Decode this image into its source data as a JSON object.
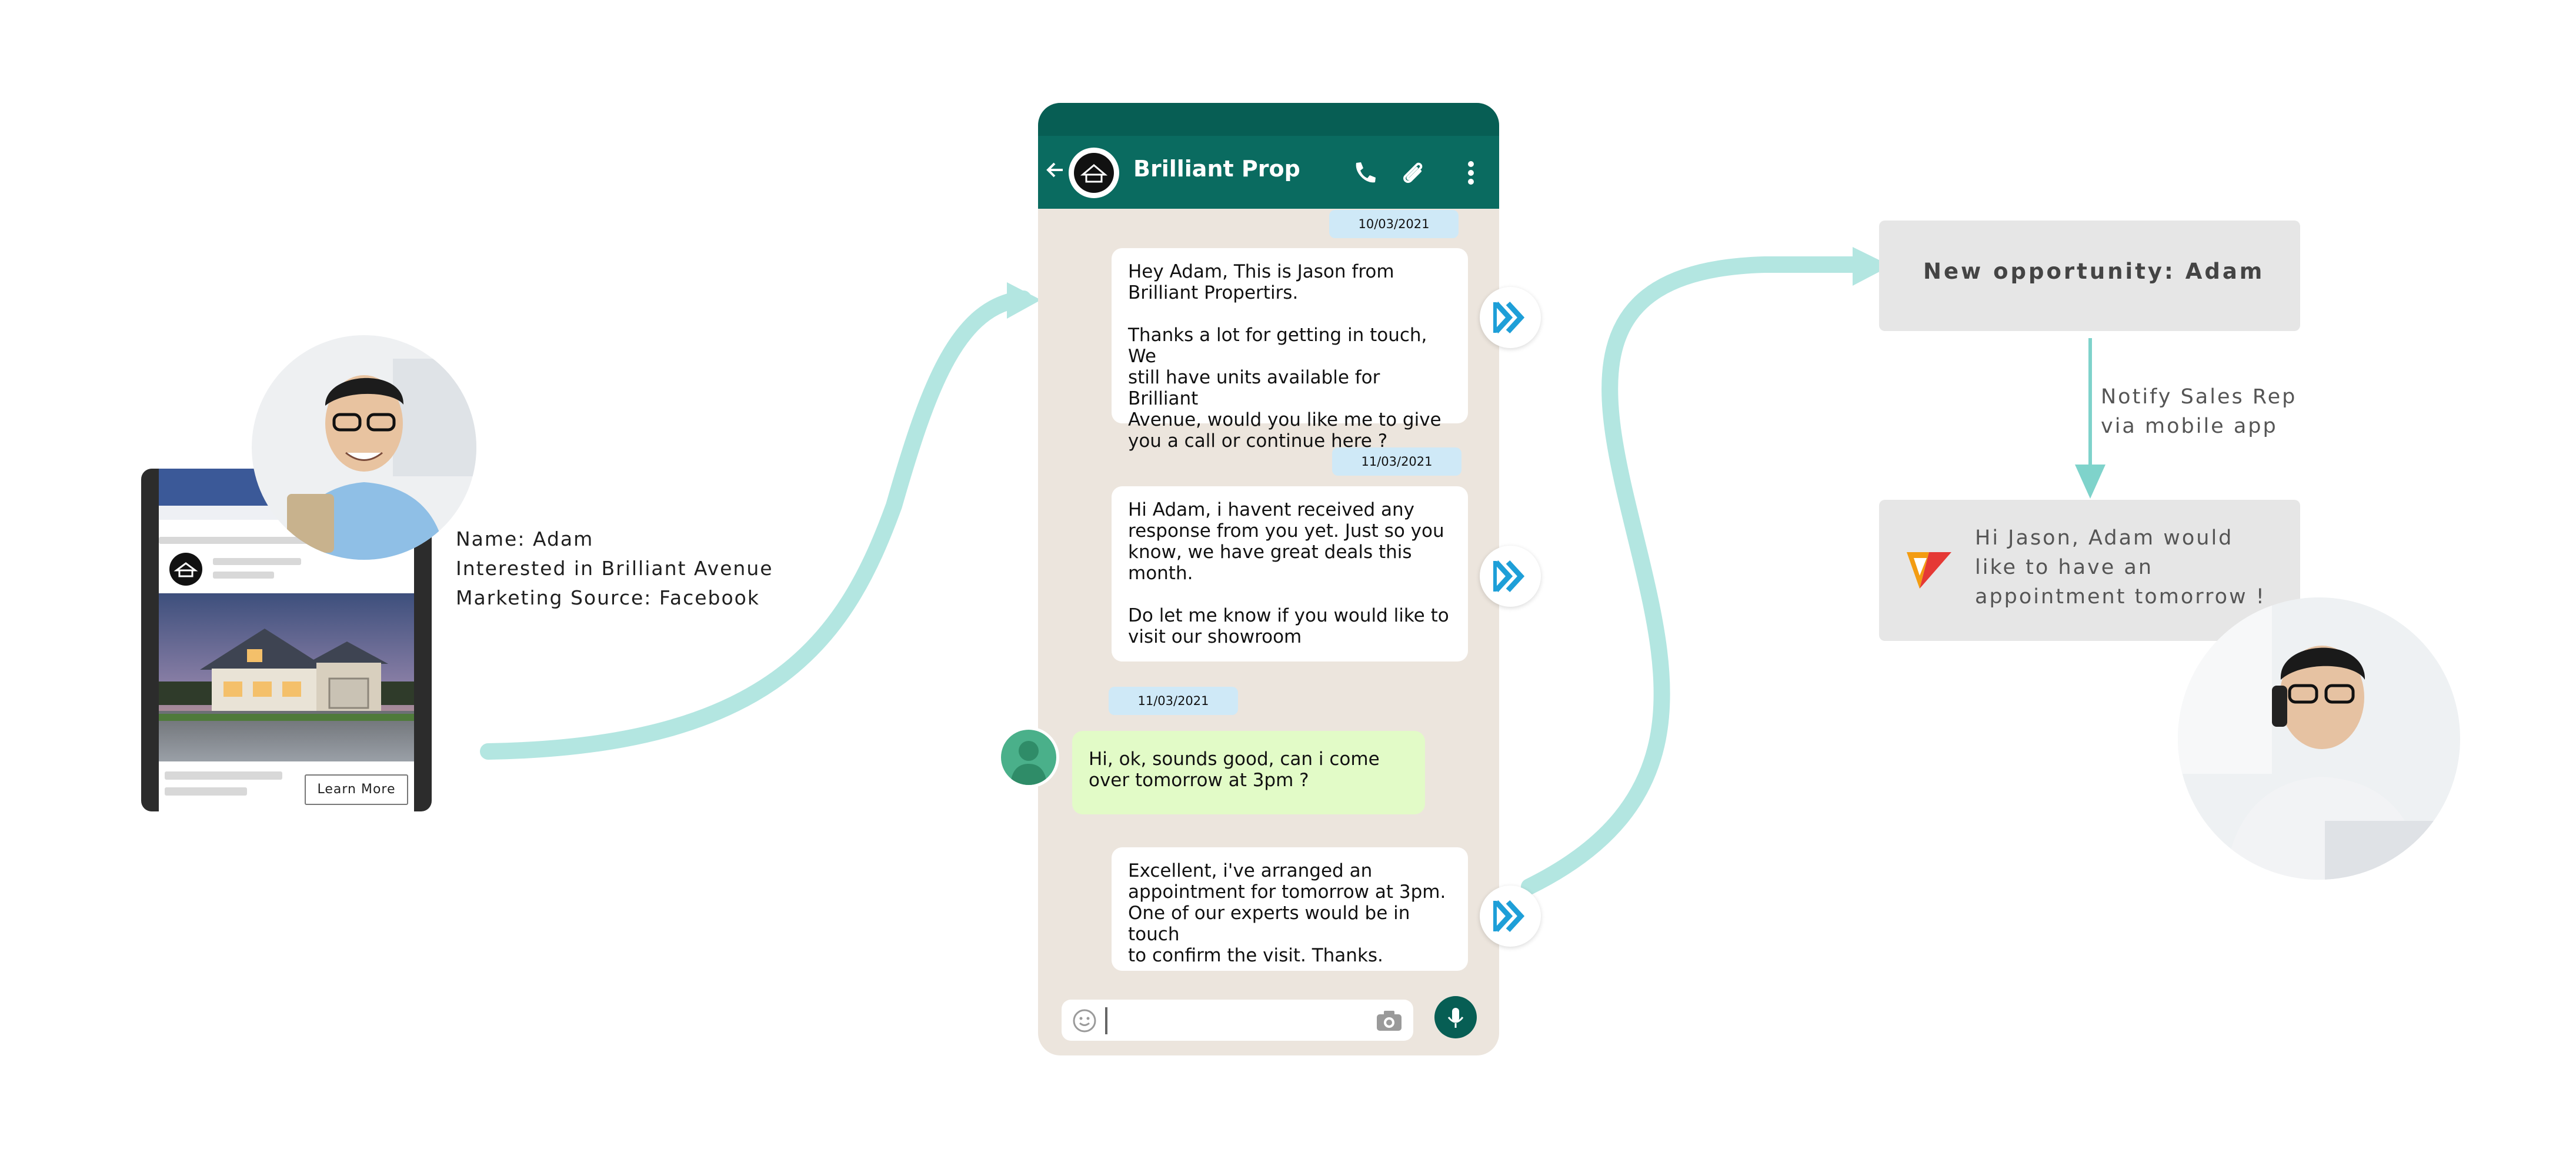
{
  "facebook_ad": {
    "button_label": "Learn More"
  },
  "lead": {
    "name_line": "Name: Adam",
    "interest_line": "Interested in Brilliant Avenue",
    "source_line": "Marketing Source: Facebook"
  },
  "chat": {
    "contact_name": "Brilliant Prop",
    "messages": [
      {
        "date": "10/03/2021",
        "direction": "outgoing",
        "text": "Hey Adam, This is Jason from\nBrilliant Propertirs.\n\nThanks a lot for getting in touch, We\nstill have units available for Brilliant\nAvenue, would you like me to give\nyou a call or continue here ?"
      },
      {
        "date": "11/03/2021",
        "direction": "outgoing",
        "text": "Hi Adam, i havent received any\nresponse from you yet. Just so you\nknow, we have great deals this\nmonth.\n\nDo let me know if you would like to\nvisit our showroom"
      },
      {
        "date": "11/03/2021",
        "direction": "incoming",
        "text": "Hi, ok, sounds good, can i come\nover tomorrow at 3pm ?"
      },
      {
        "direction": "outgoing",
        "text": "Excellent, i've arranged an\nappointment for tomorrow at 3pm.\nOne of our experts would be in touch\nto confirm the visit. Thanks."
      }
    ]
  },
  "opportunity": {
    "title": "New opportunity: Adam",
    "notify_line1": "Notify Sales Rep",
    "notify_line2": "via mobile app",
    "notification_text": "Hi Jason, Adam would like to have an appointment tomorrow !"
  },
  "colors": {
    "whatsapp_header": "#075e54",
    "chat_background": "#ece5dd",
    "incoming_bubble": "#e2fbc7",
    "date_pill": "#cfe9f7",
    "connector": "#b3e6e1",
    "arrow": "#7fd3cb",
    "facebook_blue": "#3b5998",
    "forward_icon": "#1e9fd8"
  }
}
